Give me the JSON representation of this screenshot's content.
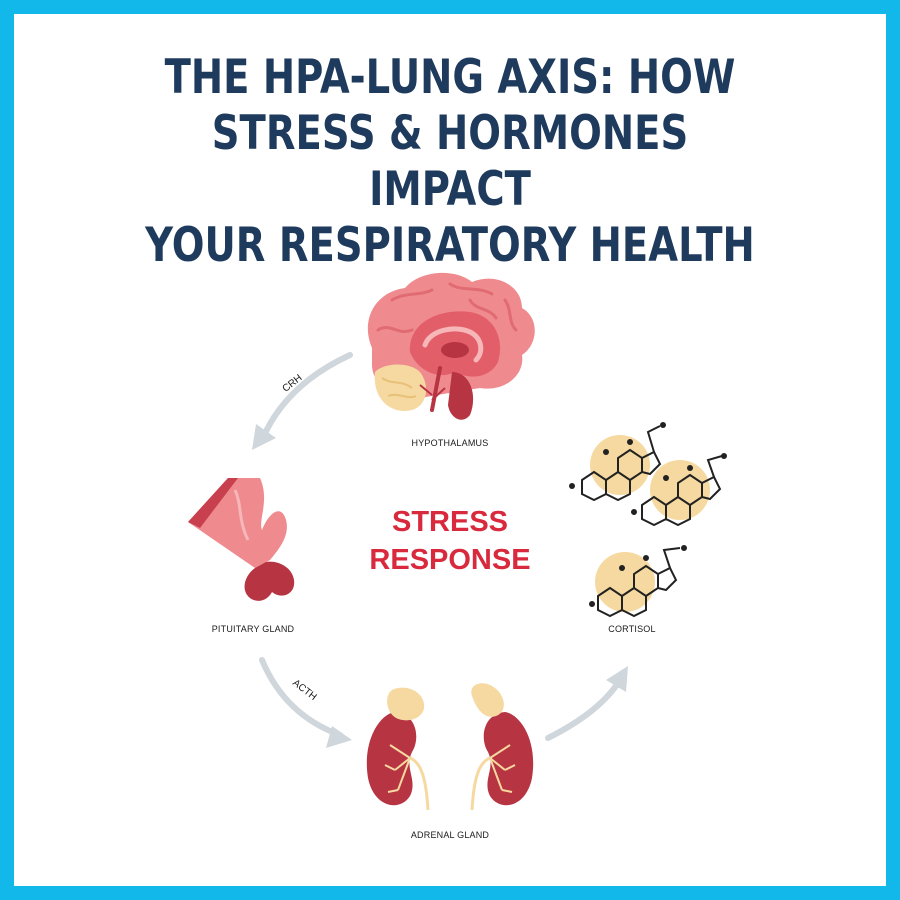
{
  "title": {
    "line1": "THE HPA-LUNG AXIS: HOW",
    "line2": "STRESS & HORMONES IMPACT",
    "line3": "YOUR RESPIRATORY HEALTH"
  },
  "center": {
    "line1": "STRESS",
    "line2": "RESPONSE"
  },
  "nodes": {
    "hypothalamus": "HYPOTHALAMUS",
    "pituitary": "PITUITARY GLAND",
    "adrenal": "ADRENAL GLAND",
    "cortisol": "CORTISOL"
  },
  "arrows": {
    "crh": "CRH",
    "acth": "ACTH"
  },
  "colors": {
    "border": "#12b8ea",
    "title": "#1e3a5c",
    "accent_red": "#d8293d",
    "organ_pink": "#ef8b8f",
    "organ_dark": "#b73443",
    "gland_yellow": "#f6d9a0",
    "arrow_gray": "#cfd6dc"
  }
}
